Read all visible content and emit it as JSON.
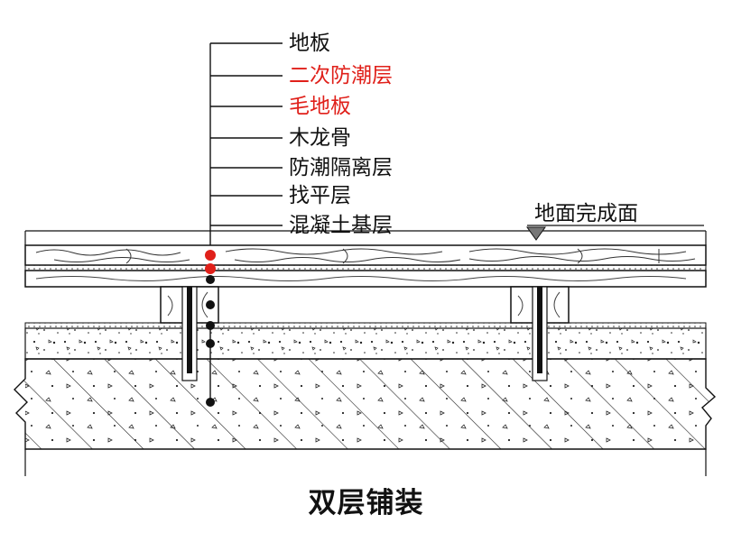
{
  "legend": {
    "layers": [
      {
        "label": "地板",
        "color": "#111111"
      },
      {
        "label": "二次防潮层",
        "color": "#e0201a"
      },
      {
        "label": "毛地板",
        "color": "#e0201a"
      },
      {
        "label": "木龙骨",
        "color": "#111111"
      },
      {
        "label": "防潮隔离层",
        "color": "#111111"
      },
      {
        "label": "找平层",
        "color": "#111111"
      },
      {
        "label": "混凝土基层",
        "color": "#111111"
      }
    ]
  },
  "finish_level": {
    "label": "地面完成面"
  },
  "caption": "双层铺装",
  "colors": {
    "accent": "#e0201a",
    "line": "#111111",
    "wood": "#ffffff"
  }
}
